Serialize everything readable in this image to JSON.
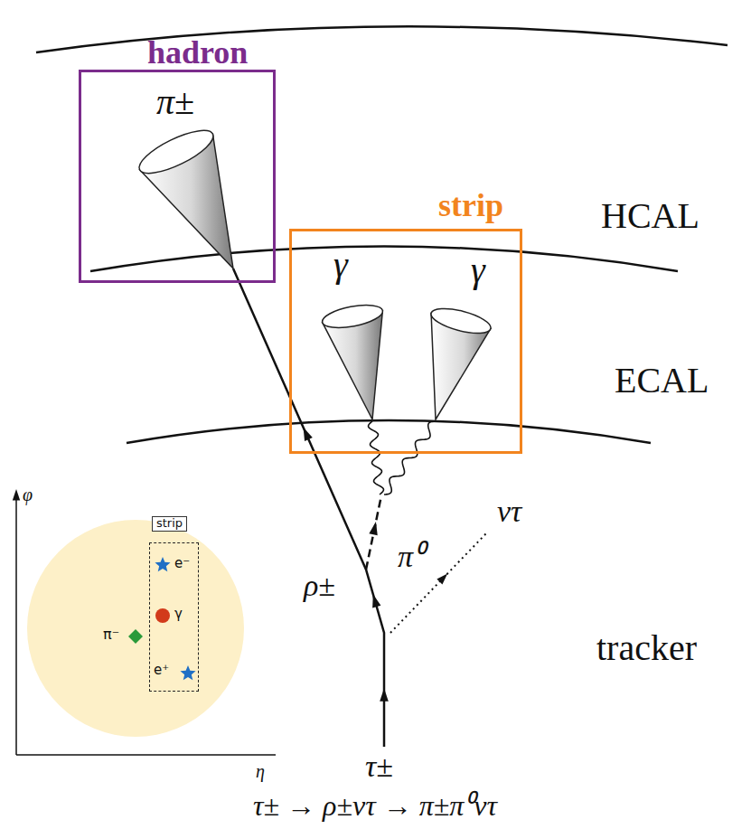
{
  "diagram": {
    "nodes": [
      {
        "text": [
          "hadron",
          "π±"
        ]
      },
      {
        "text": [
          "strip",
          "γ",
          "γ"
        ]
      },
      {
        "text": [
          "π⁻"
        ]
      },
      {
        "text": [
          "strip",
          "e⁻",
          "γ",
          "e⁺"
        ],
        "in": 2
      }
    ],
    "labels": [
      "HCAL",
      "ECAL",
      "tracker",
      "ντ",
      "π⁰",
      "ρ±",
      "τ±",
      "φ",
      "η",
      "τ± → ρ±ντ → π±π⁰ντ"
    ]
  }
}
